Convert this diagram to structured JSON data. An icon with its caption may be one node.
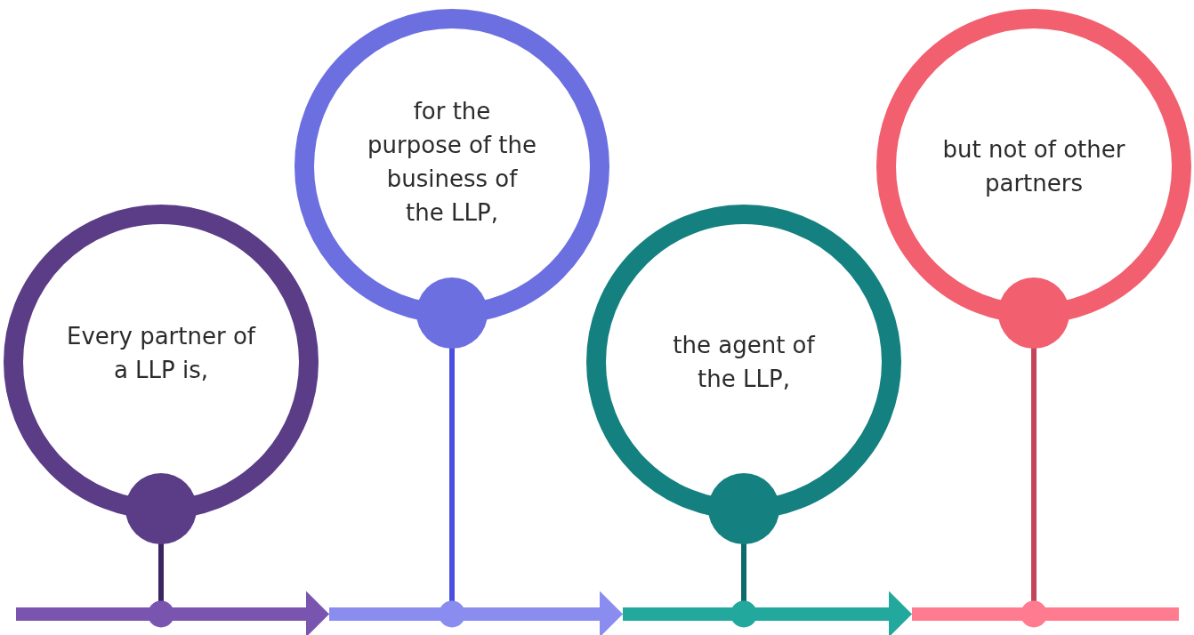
{
  "diagram": {
    "nodes": [
      {
        "text": [
          "Every partner of a LLP is,"
        ]
      },
      {
        "text": [
          "for the purpose of the business of the LLP,"
        ]
      },
      {
        "text": [
          "the agent of the LLP,"
        ]
      },
      {
        "text": [
          "but not of other partners"
        ]
      },
      {
        "text": [],
        "shape": "bar"
      },
      {
        "text": [],
        "shape": "bar"
      },
      {
        "text": [],
        "shape": "bar"
      },
      {
        "text": [],
        "shape": "bar"
      }
    ],
    "edges": [
      {
        "from": 0,
        "to": 4,
        "arrow": "none",
        "color": "#3b2560"
      },
      {
        "from": 1,
        "to": 5,
        "arrow": "none",
        "color": "#4a4fe0"
      },
      {
        "from": 2,
        "to": 6,
        "arrow": "none",
        "color": "#0e6b6b"
      },
      {
        "from": 3,
        "to": 7,
        "arrow": "none",
        "color": "#c4455a"
      },
      {
        "from": 4,
        "to": 5,
        "arrow": "to",
        "color": "#7a55b0"
      },
      {
        "from": 5,
        "to": 6,
        "arrow": "to",
        "color": "#8a8cef"
      },
      {
        "from": 6,
        "to": 7,
        "arrow": "to",
        "color": "#22a89c"
      }
    ]
  }
}
